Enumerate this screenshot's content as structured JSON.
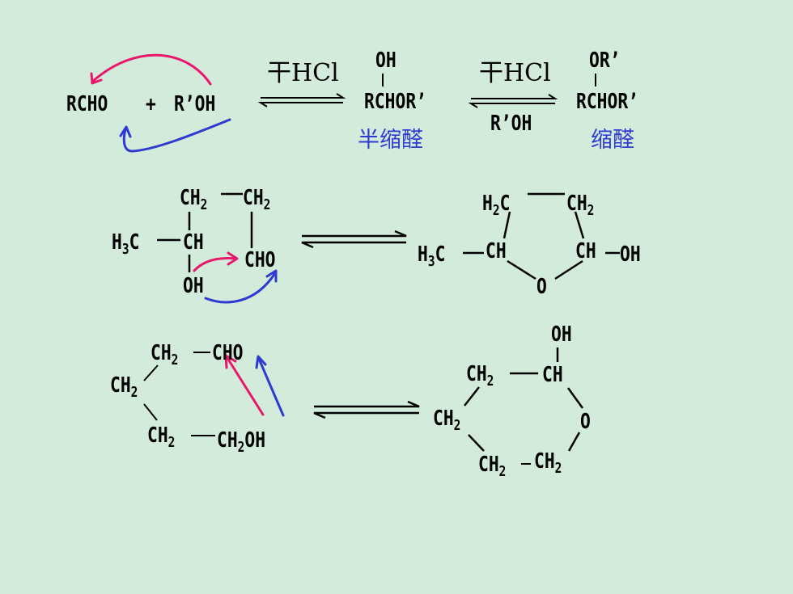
{
  "colors": {
    "background": "#d3ebdb",
    "text": "#000000",
    "label": "#2f3bd0",
    "arrow_red": "#e8176b",
    "arrow_blue": "#2f3bd0"
  },
  "reaction1": {
    "reactant1": "RCHO",
    "plus": "+",
    "reactant2": "R’OH",
    "reagent1": "干HCl",
    "hemi_top": "OH",
    "hemi_main": "RCHOR’",
    "hemi_label": "半缩醛",
    "reagent2_top": "干HCl",
    "reagent2_bottom": "R’OH",
    "acetal_top": "OR’",
    "acetal_main": "RCHOR’",
    "acetal_label": "缩醛"
  },
  "reaction2": {
    "left_ch2_a": "CH",
    "left_ch2_b": "CH",
    "left_h3c": "H",
    "left_h3c_tail": "C",
    "left_ch": "CH",
    "left_cho": "CHO",
    "left_oh": "OH",
    "right_h2c": "H",
    "right_h2c_tail": "C",
    "right_ch2": "CH",
    "right_h3c": "H",
    "right_h3c_tail": "C",
    "right_ch": "CH",
    "right_choh": "CH",
    "right_oh": "OH",
    "right_o": "O"
  },
  "reaction3": {
    "left_ch2_cho": "CH",
    "left_cho": "CHO",
    "left_ch2_mid": "CH",
    "left_ch2_bot": "CH",
    "left_ch2oh_a": "CH",
    "left_ch2oh_b": "OH",
    "right_oh": "OH",
    "right_ch2_top": "CH",
    "right_ch": "CH",
    "right_ch2_left": "CH",
    "right_o": "O",
    "right_ch2_bl": "CH",
    "right_ch2_br": "CH"
  },
  "subscripts": {
    "two": "2",
    "three": "3"
  }
}
